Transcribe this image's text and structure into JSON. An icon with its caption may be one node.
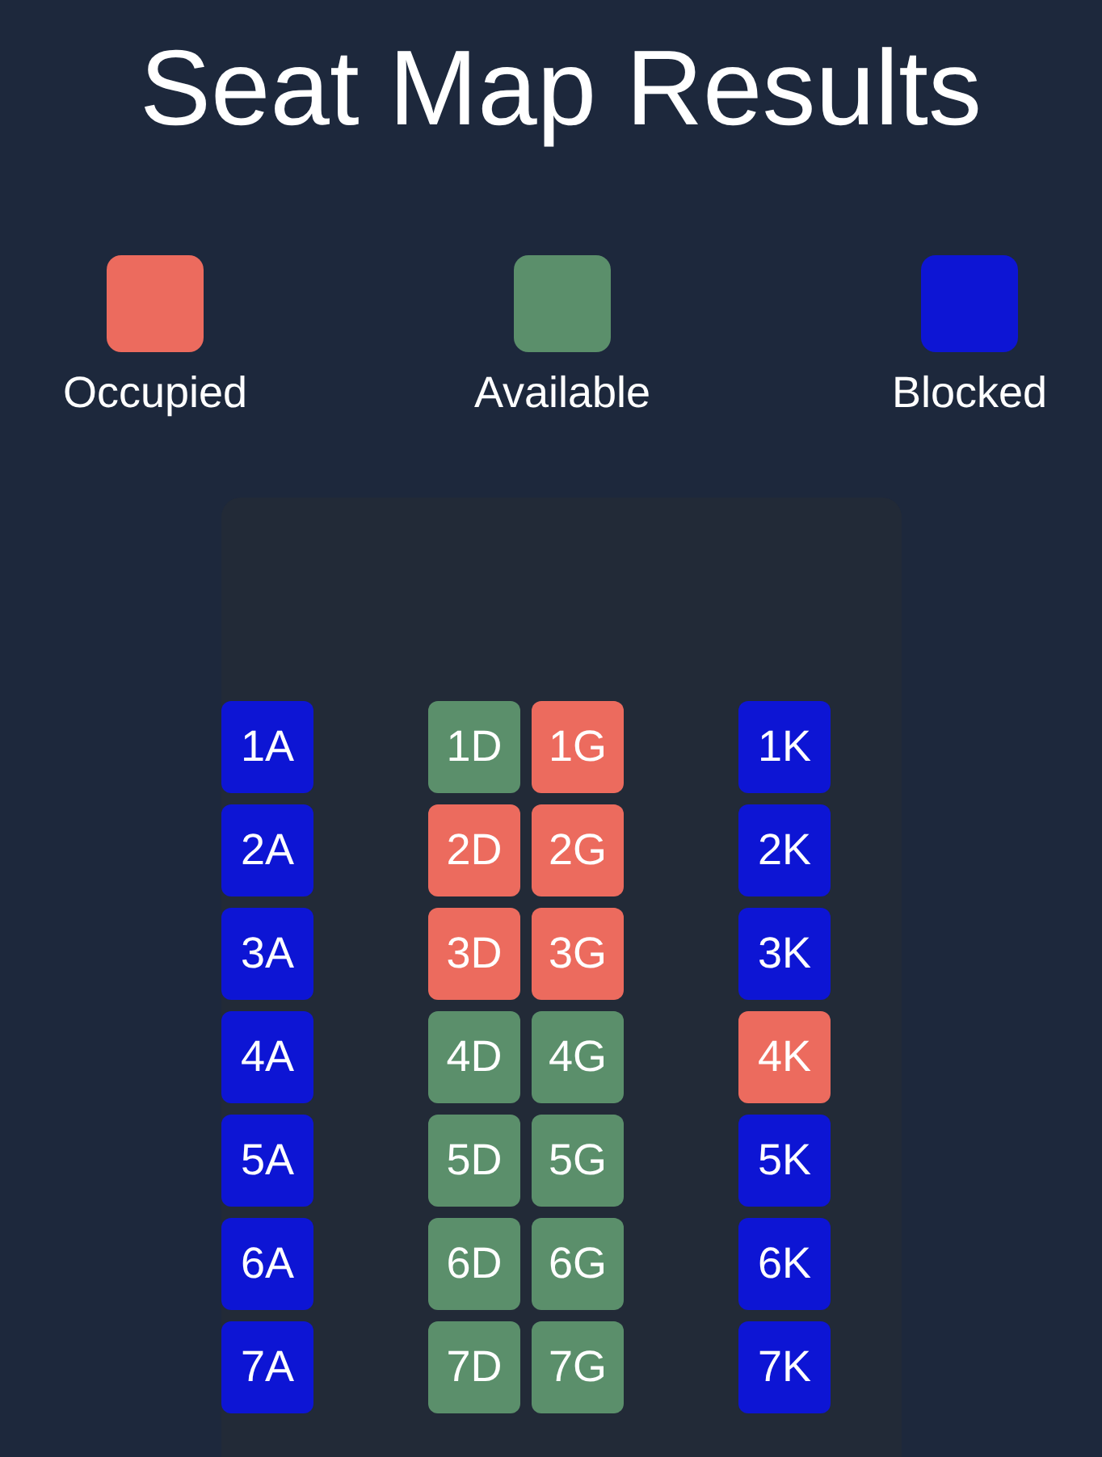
{
  "diagram": {
    "title": "Seat Map Results",
    "nodes": [
      {
        "text": [],
        "shape": "box"
      },
      {
        "text": [
          "1A"
        ],
        "in": 0
      },
      {
        "text": [
          "1D"
        ],
        "in": 0
      },
      {
        "text": [
          "1G"
        ],
        "in": 0
      },
      {
        "text": [
          "1K"
        ],
        "in": 0
      },
      {
        "text": [
          "2A"
        ],
        "in": 0
      },
      {
        "text": [
          "2D"
        ],
        "in": 0
      },
      {
        "text": [
          "2G"
        ],
        "in": 0
      },
      {
        "text": [
          "2K"
        ],
        "in": 0
      },
      {
        "text": [
          "3A"
        ],
        "in": 0
      },
      {
        "text": [
          "3D"
        ],
        "in": 0
      },
      {
        "text": [
          "3G"
        ],
        "in": 0
      },
      {
        "text": [
          "3K"
        ],
        "in": 0
      },
      {
        "text": [
          "4A"
        ],
        "in": 0
      },
      {
        "text": [
          "4D"
        ],
        "in": 0
      },
      {
        "text": [
          "4G"
        ],
        "in": 0
      },
      {
        "text": [
          "4K"
        ],
        "in": 0
      },
      {
        "text": [
          "5A"
        ],
        "in": 0
      },
      {
        "text": [
          "5D"
        ],
        "in": 0
      },
      {
        "text": [
          "5G"
        ],
        "in": 0
      },
      {
        "text": [
          "5K"
        ],
        "in": 0
      },
      {
        "text": [
          "6A"
        ],
        "in": 0
      },
      {
        "text": [
          "6D"
        ],
        "in": 0
      },
      {
        "text": [
          "6G"
        ],
        "in": 0
      },
      {
        "text": [
          "6K"
        ],
        "in": 0
      },
      {
        "text": [
          "7A"
        ],
        "in": 0
      },
      {
        "text": [
          "7D"
        ],
        "in": 0
      },
      {
        "text": [
          "7G"
        ],
        "in": 0
      },
      {
        "text": [
          "7K"
        ],
        "in": 0
      }
    ],
    "legend": [
      {
        "text": "Occupied",
        "color": "#ec6b5e"
      },
      {
        "text": "Available",
        "color": "#5b8f6b"
      },
      {
        "text": "Blocked",
        "color": "#0d15d4"
      }
    ]
  }
}
